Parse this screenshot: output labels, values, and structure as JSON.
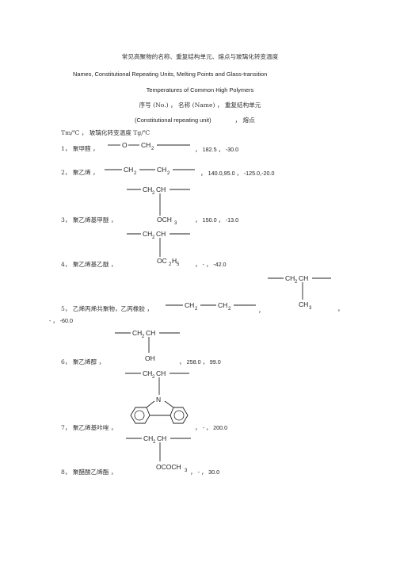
{
  "header": {
    "title_zh": "常见高聚物的名称、重复结构单元、熔点与玻璃化转变温度",
    "title_en_1": "Names, Constitutional Repeating Units, Melting Points and Glass-transition",
    "title_en_2": "Temperatures of Common High Polymers",
    "col_line_1": "序号 (No.) ， 名称 (Name) ， 重复结构单元",
    "col_line_2a": "(Constitutional repeating unit)",
    "col_line_2b": "， 熔点",
    "col_line_3": "Tm/℃ ， 玻璃化转变温度     Tg/℃"
  },
  "structures": {
    "o_ch2_o": "O",
    "o_ch2_ch2": "CH",
    "sub2": "2",
    "ch2": "CH",
    "ch2ch": "CH",
    "ch": "CH",
    "och3": "OCH",
    "sub3": "3",
    "oc2h5": "OC",
    "sub5": "5",
    "ch3": "CH",
    "oh": "OH",
    "n": "N",
    "ococh3": "OCOCH",
    "h": "H"
  },
  "rows": [
    {
      "no": "1，",
      "name": "聚甲醛 ，",
      "sep": "，",
      "tm": "182.5 ，",
      "tg": "-30.0"
    },
    {
      "no": "2，",
      "name": "聚乙烯 ，",
      "sep": "，",
      "tm": "140.0,95.0 ，",
      "tg": "-125.0,-20.0"
    },
    {
      "no": "3，",
      "name": "聚乙烯基甲醚 ，",
      "sep": "，",
      "tm": "150.0 ，",
      "tg": "-13.0"
    },
    {
      "no": "4，",
      "name": "聚乙烯基乙醚 ，",
      "sep": "，",
      "tm": "- ，",
      "tg": "-42.0"
    },
    {
      "no": "5，",
      "name": "乙烯丙烯共聚物，乙丙橡胶 ，",
      "sep": "，",
      "trail": "，",
      "tm": "- ，",
      "tg": "-60.0"
    },
    {
      "no": "6，",
      "name": "聚乙烯醇 ，",
      "sep": "，",
      "tm": "258.0 ，",
      "tg": "99.0"
    },
    {
      "no": "7，",
      "name": "聚乙烯基咔唑 ，",
      "sep": "，",
      "tm": "- ，",
      "tg": "200.0"
    },
    {
      "no": "8，",
      "name": "聚醋酸乙烯酯 ，",
      "sep": "，",
      "tm": "- ，",
      "tg": "30.0"
    }
  ]
}
